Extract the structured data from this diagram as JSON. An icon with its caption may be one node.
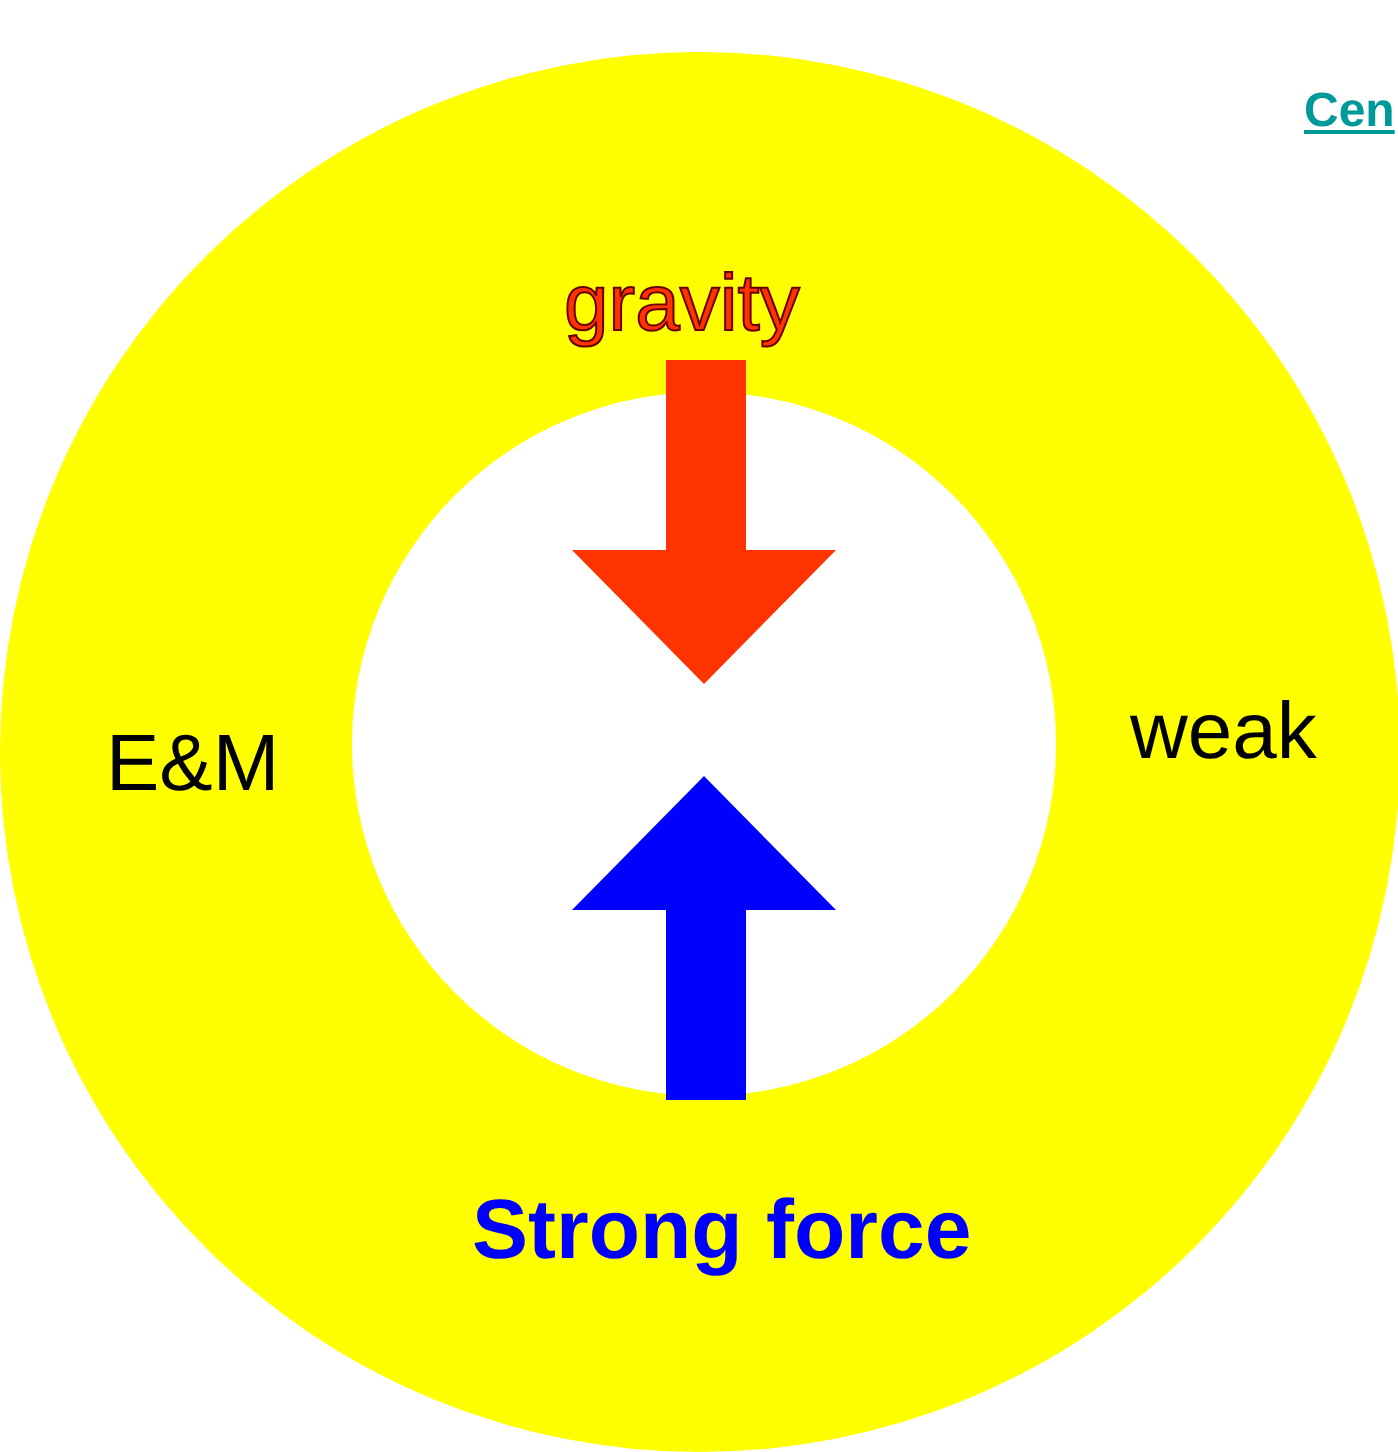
{
  "diagram": {
    "labels": [
      "Cen",
      "gravity",
      "E&M",
      "weak",
      "Strong force"
    ]
  }
}
